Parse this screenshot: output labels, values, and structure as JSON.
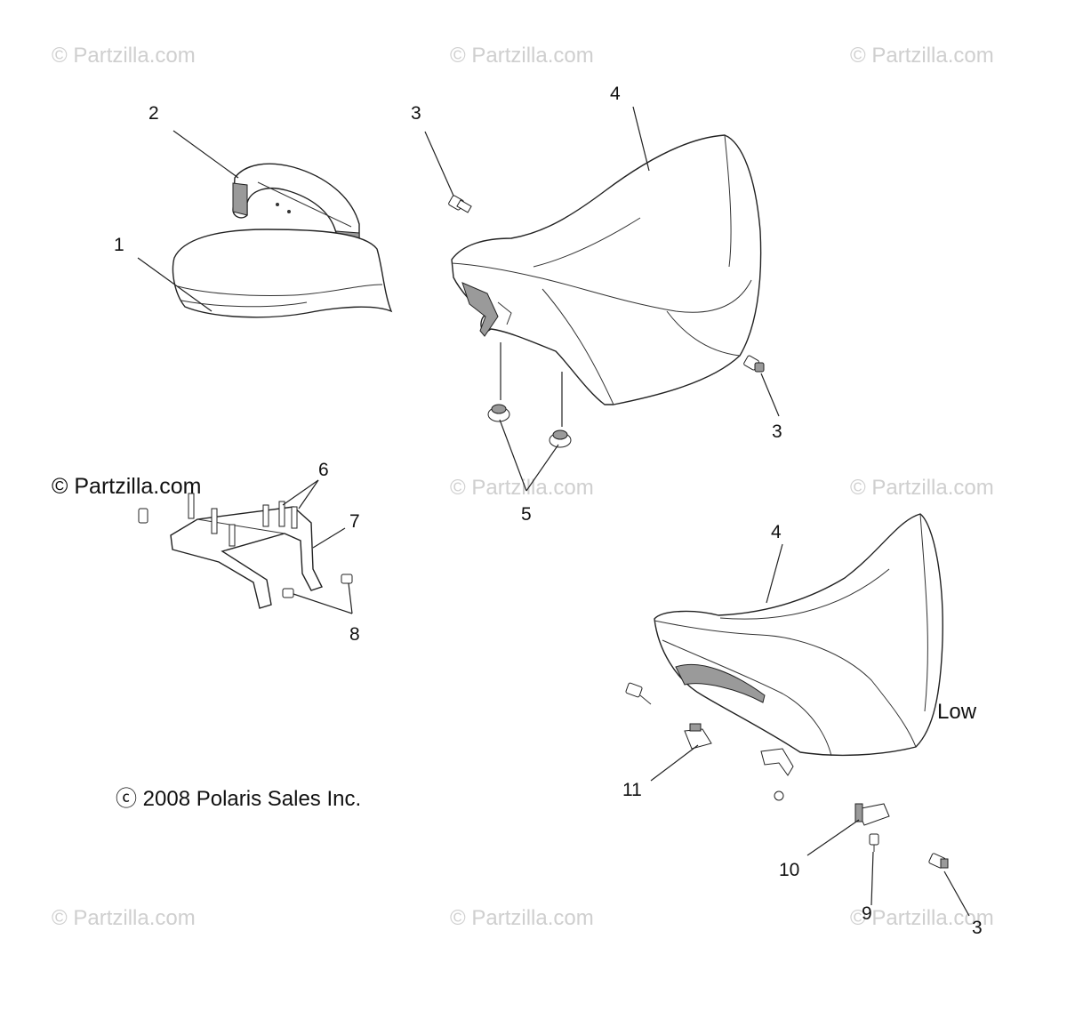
{
  "watermark_text": "© Partzilla.com",
  "copyright": "ⓒ 2008 Polaris Sales Inc.",
  "low_label": "Low",
  "callouts": {
    "c1": "1",
    "c2": "2",
    "c3a": "3",
    "c3b": "3",
    "c3c": "3",
    "c4a": "4",
    "c4b": "4",
    "c5": "5",
    "c6": "6",
    "c7": "7",
    "c8": "8",
    "c9": "9",
    "c10": "10",
    "c11": "11"
  }
}
